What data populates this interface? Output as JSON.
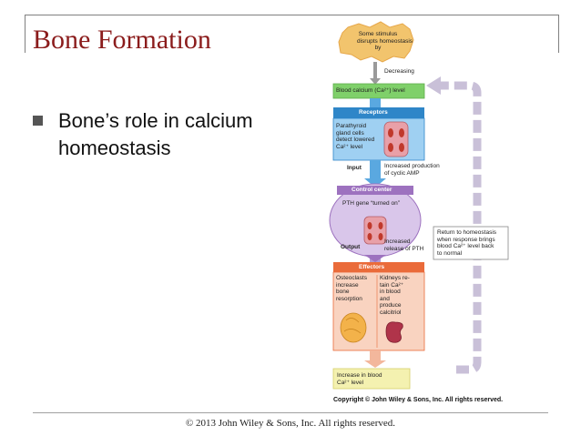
{
  "slide": {
    "title": "Bone Formation",
    "bullet": "Bone’s role in calcium homeostasis",
    "footer": "© 2013 John Wiley & Sons, Inc. All rights reserved."
  },
  "diagram": {
    "stimulus": [
      "Some stimulus",
      "disrupts homeostasis",
      "by"
    ],
    "decreasing": "Decreasing",
    "controlled_condition": "Blood calcium (Ca²⁺) level",
    "receptors": {
      "header": "Receptors",
      "text": [
        "Parathyroid",
        "gland cells",
        "detect lowered",
        "Ca²⁺ level"
      ]
    },
    "input": {
      "label": "Input",
      "text": [
        "Increased production",
        "of cyclic AMP"
      ]
    },
    "control_center": {
      "header": "Control center",
      "text": "PTH gene “turned on”"
    },
    "output": {
      "label": "Output",
      "text": [
        "Increased",
        "release of PTH"
      ]
    },
    "effectors": {
      "header": "Effectors",
      "left": [
        "Osteoclasts",
        "increase",
        "bone",
        "resorption"
      ],
      "right": [
        "Kidneys re-",
        "tain Ca²⁺",
        "in blood",
        "and",
        "produce",
        "calcitriol"
      ]
    },
    "response": [
      "Increase in blood",
      "Ca²⁺ level"
    ],
    "return": [
      "Return to homeostasis",
      "when response brings",
      "blood Ca²⁺ level back",
      "to normal"
    ],
    "copyright": "Copyright © John Wiley & Sons, Inc. All rights reserved.",
    "colors": {
      "title": "#8b1c1c",
      "controlled_condition": "#7fd06a",
      "receptors": "#2f86c8",
      "control_center": "#9d72bf",
      "effectors": "#ea6b3a",
      "stimulus": "#f2c46d",
      "feedback_arrow": "#c9c0d8"
    }
  }
}
